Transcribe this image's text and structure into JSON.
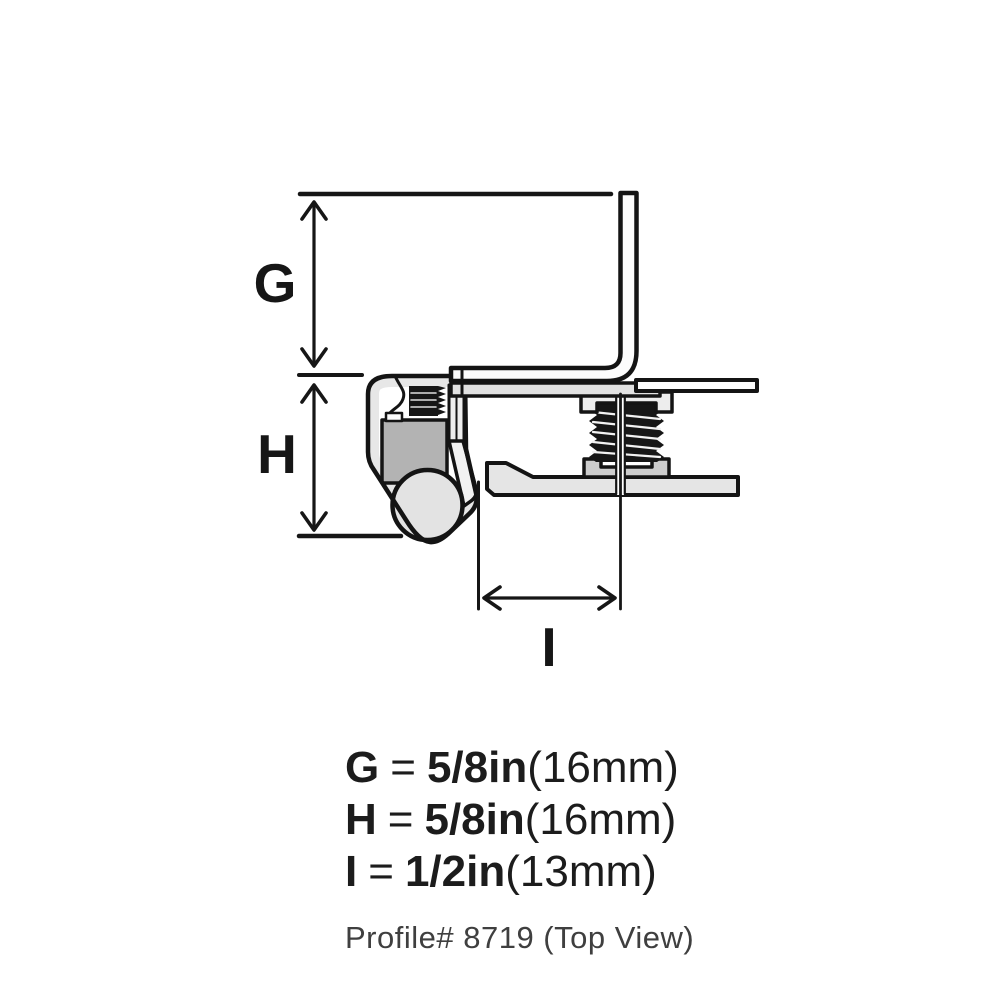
{
  "diagram": {
    "title": "hinge-profile-cross-section",
    "labels": {
      "g": "G",
      "h": "H",
      "i": "I"
    },
    "colors": {
      "line": "#141414",
      "cup_band": "#e7e7e7",
      "body_block": "#b3b3b3",
      "pivot_pin": "#e3e3e3",
      "arm": "#e2e2e2",
      "plate": "#e5e5e5",
      "threads": "#161616",
      "panel": "#fcfcfc"
    }
  },
  "specs": {
    "rows": [
      {
        "letter": "G",
        "eq": "=",
        "value": "5/8in",
        "metric": "(16mm)"
      },
      {
        "letter": "H",
        "eq": "=",
        "value": "5/8in",
        "metric": "(16mm)"
      },
      {
        "letter": "I",
        "eq": "=",
        "value": "1/2in",
        "metric": "(13mm)"
      }
    ],
    "caption": "Profile# 8719 (Top View)"
  }
}
